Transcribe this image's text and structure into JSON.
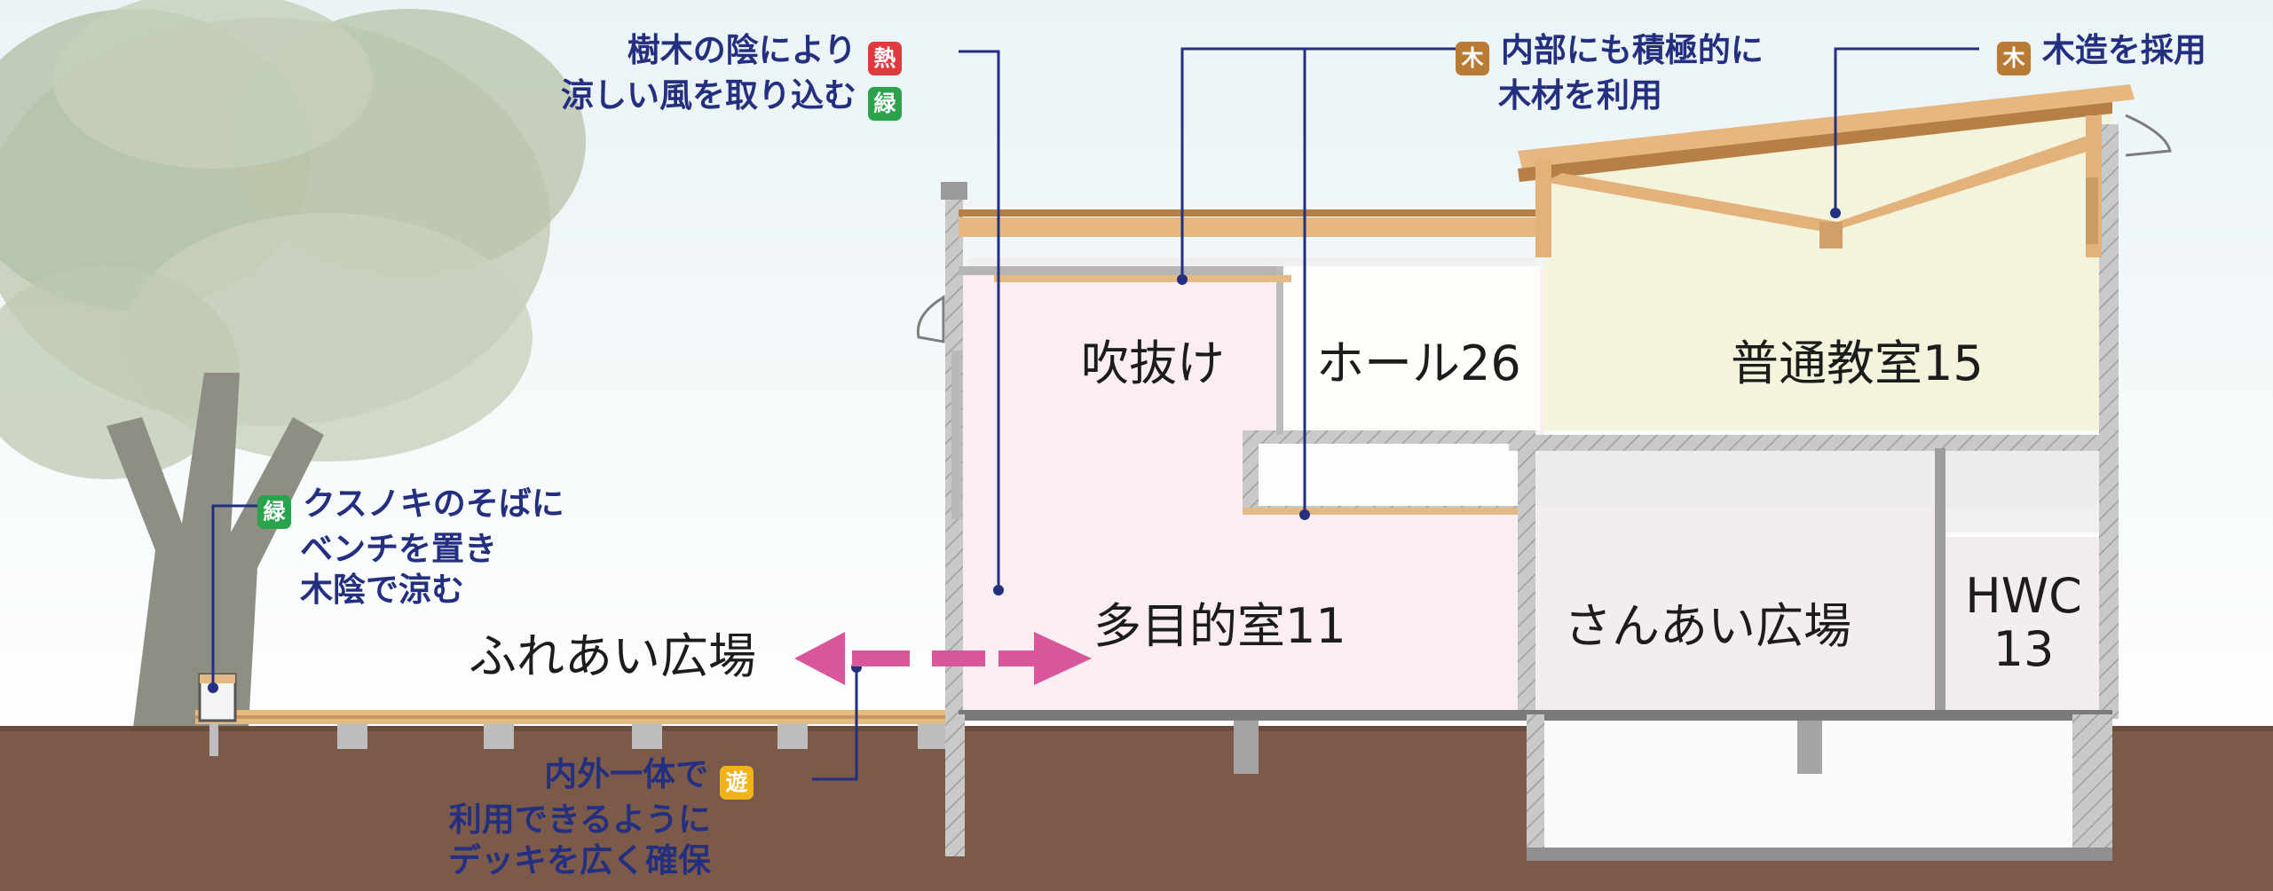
{
  "rooms": {
    "fukinuke": "吹抜け",
    "hall": "ホール26",
    "classroom": "普通教室15",
    "tamokuteki": "多目的室11",
    "sanai": "さんあい広場",
    "hwc_line1": "HWC",
    "hwc_line2": "13",
    "fureai": "ふれあい広場"
  },
  "notes": {
    "shade": {
      "line1": "樹木の陰により",
      "line2": "涼しい風を取り込む"
    },
    "interior_wood": {
      "line1": "内部にも積極的に",
      "line2": "木材を利用"
    },
    "wood_structure": {
      "line1": "木造を採用"
    },
    "kusunoki": {
      "line1": "クスノキのそばに",
      "line2": "ベンチを置き",
      "line3": "木陰で涼む"
    },
    "deck": {
      "line1": "内外一体で",
      "line2": "利用できるように",
      "line3": "デッキを広く確保"
    }
  },
  "badges": {
    "netsu": "熱",
    "midori": "緑",
    "ki": "木",
    "asobi": "遊"
  },
  "colors": {
    "badge_green": "#2ba24c",
    "badge_red": "#e03a3e",
    "badge_wood": "#b97a35",
    "badge_yellow": "#f2b21a",
    "annotation_text": "#24307f",
    "arrow": "#d9569a",
    "ground": "#7b5a49",
    "room_pink": "#fbeef3",
    "room_cream": "#f4f4dc"
  }
}
